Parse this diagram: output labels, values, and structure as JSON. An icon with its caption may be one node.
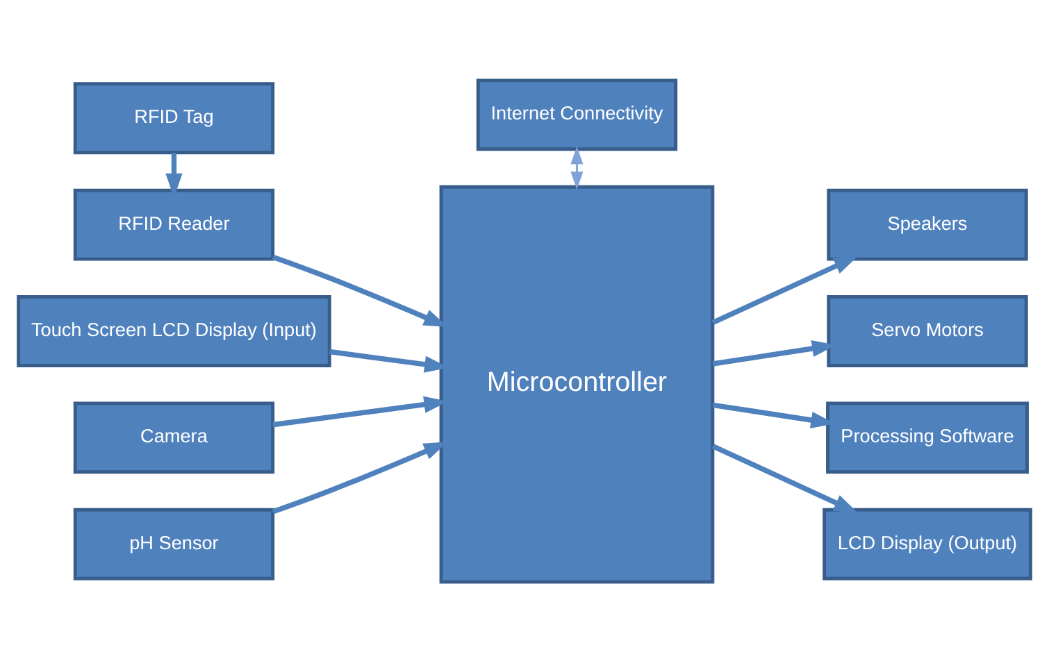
{
  "diagram": {
    "nodes": [
      {
        "text": [
          "RFID Tag"
        ]
      },
      {
        "text": [
          "Internet Connectivity"
        ]
      },
      {
        "text": [
          "RFID Reader"
        ]
      },
      {
        "text": [
          "Touch Screen LCD Display (Input)"
        ]
      },
      {
        "text": [
          "Camera"
        ]
      },
      {
        "text": [
          "pH Sensor"
        ]
      },
      {
        "text": [
          "Microcontroller"
        ]
      },
      {
        "text": [
          "Speakers"
        ]
      },
      {
        "text": [
          "Servo Motors"
        ]
      },
      {
        "text": [
          "Processing Software"
        ]
      },
      {
        "text": [
          "LCD Display (Output)"
        ]
      }
    ],
    "edges": [
      {
        "from": 0,
        "to": 2,
        "arrow": "to"
      },
      {
        "from": 1,
        "to": 6,
        "arrow": "both",
        "color": "#7fa3d6"
      },
      {
        "from": 2,
        "to": 6,
        "arrow": "to"
      },
      {
        "from": 3,
        "to": 6,
        "arrow": "to"
      },
      {
        "from": 4,
        "to": 6,
        "arrow": "to"
      },
      {
        "from": 5,
        "to": 6,
        "arrow": "to"
      },
      {
        "from": 6,
        "to": 7,
        "arrow": "to"
      },
      {
        "from": 6,
        "to": 8,
        "arrow": "to"
      },
      {
        "from": 6,
        "to": 9,
        "arrow": "to"
      },
      {
        "from": 6,
        "to": 10,
        "arrow": "to"
      }
    ]
  }
}
